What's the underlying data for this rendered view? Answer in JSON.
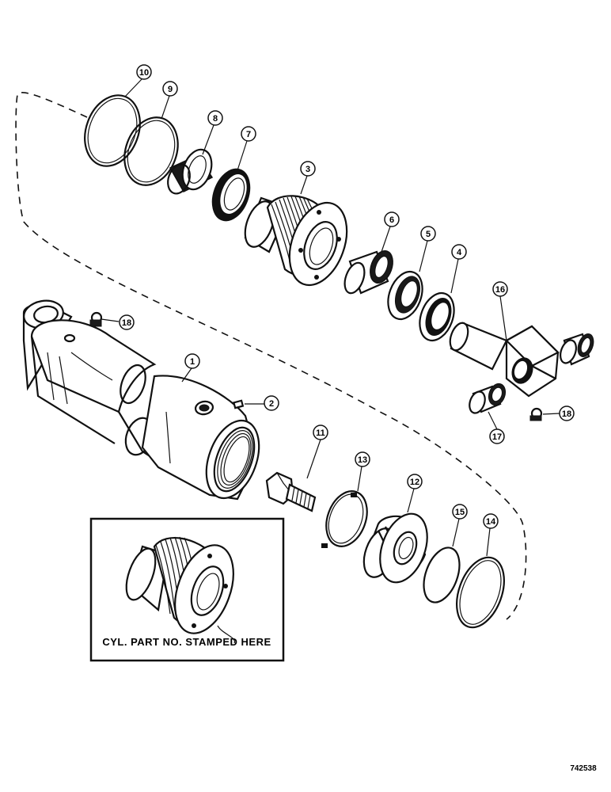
{
  "callouts": [
    {
      "id": "c1",
      "label": "1"
    },
    {
      "id": "c2",
      "label": "2"
    },
    {
      "id": "c3",
      "label": "3"
    },
    {
      "id": "c4",
      "label": "4"
    },
    {
      "id": "c5",
      "label": "5"
    },
    {
      "id": "c6",
      "label": "6"
    },
    {
      "id": "c7",
      "label": "7"
    },
    {
      "id": "c8",
      "label": "8"
    },
    {
      "id": "c9",
      "label": "9"
    },
    {
      "id": "c10",
      "label": "10"
    },
    {
      "id": "c11",
      "label": "11"
    },
    {
      "id": "c12",
      "label": "12"
    },
    {
      "id": "c13",
      "label": "13"
    },
    {
      "id": "c14",
      "label": "14"
    },
    {
      "id": "c15",
      "label": "15"
    },
    {
      "id": "c16",
      "label": "16"
    },
    {
      "id": "c17",
      "label": "17"
    },
    {
      "id": "c18a",
      "label": "18"
    },
    {
      "id": "c18b",
      "label": "18"
    }
  ],
  "inset": {
    "caption": "CYL. PART NO. STAMPED HERE"
  },
  "drawing_number": "742538"
}
